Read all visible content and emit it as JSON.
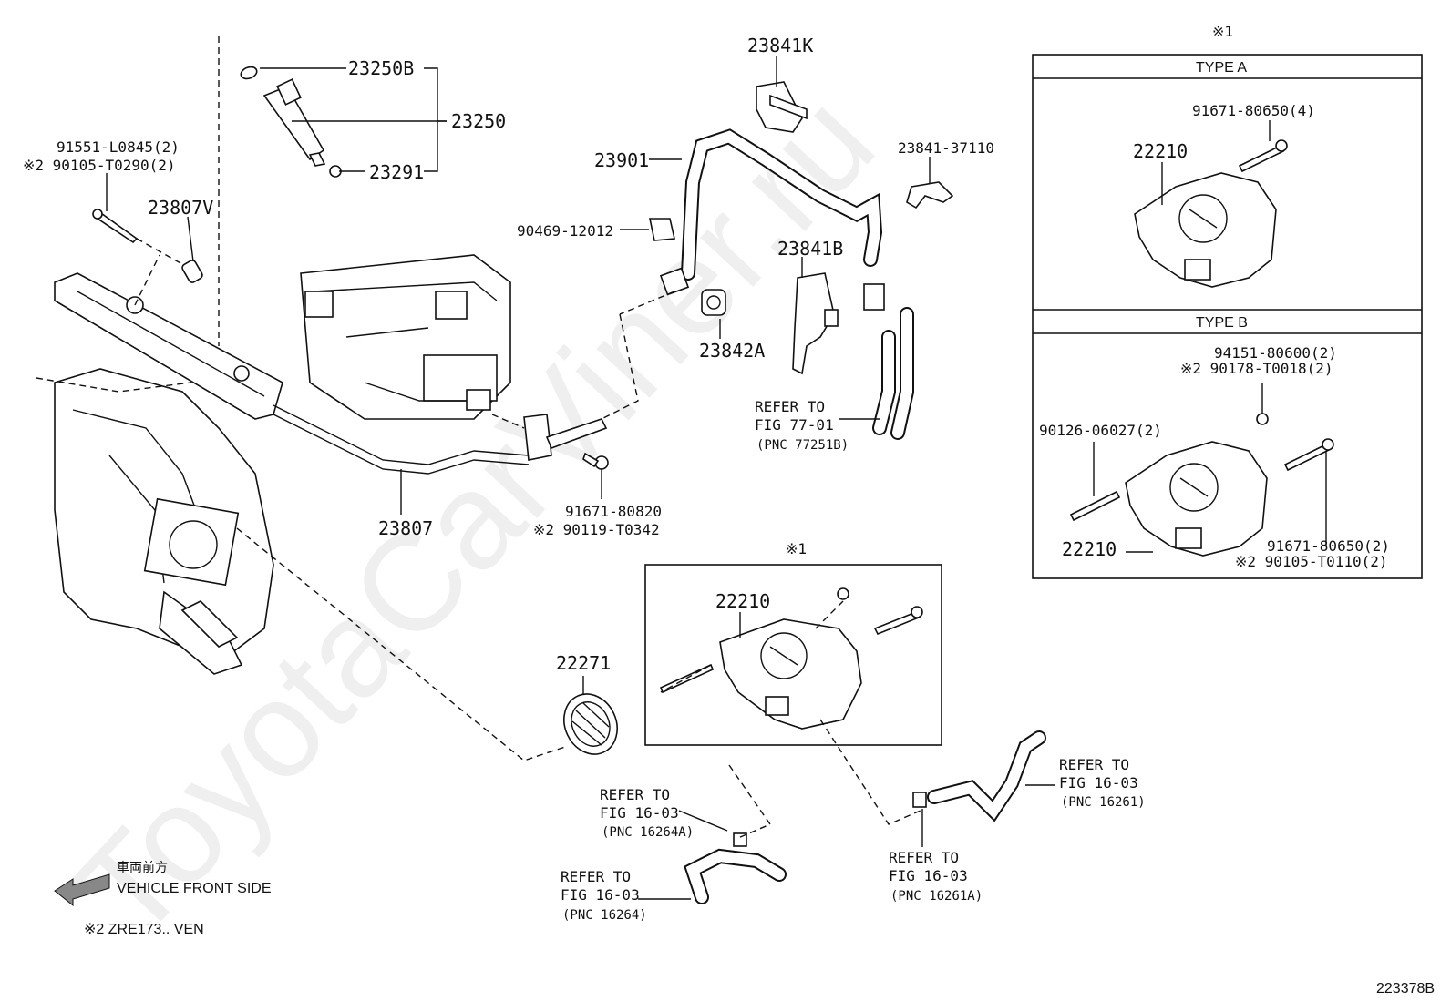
{
  "watermark": "ToyotaCarViner.ru",
  "diagram_id": "223378B",
  "parts": {
    "p23250B": "23250B",
    "p23250": "23250",
    "p23291": "23291",
    "p23841K": "23841K",
    "p23901": "23901",
    "p23841_37110": "23841-37110",
    "p90469_12012": "90469-12012",
    "p23841B": "23841B",
    "p23842A": "23842A",
    "p91551_L0845": "91551-L0845(2)",
    "p90105_T0290": "※2 90105-T0290(2)",
    "p23807V": "23807V",
    "p23807": "23807",
    "p91671_80820": "91671-80820",
    "p90119_T0342": "※2 90119-T0342",
    "p22271": "22271",
    "p22210_center": "22210",
    "p22210_typeA": "22210",
    "p22210_typeB": "22210",
    "p91671_80650_4": "91671-80650(4)",
    "p94151_80600": "94151-80600(2)",
    "p90178_T0018": "※2 90178-T0018(2)",
    "p90126_06027": "90126-06027(2)",
    "p91671_80650_2": "91671-80650(2)",
    "p90105_T0110": "※2 90105-T0110(2)"
  },
  "refs": {
    "r77": {
      "l1": "REFER TO",
      "l2": "FIG 77-01",
      "l3": "(PNC 77251B)"
    },
    "r16264A": {
      "l1": "REFER TO",
      "l2": "FIG 16-03",
      "l3": "(PNC 16264A)"
    },
    "r16264": {
      "l1": "REFER TO",
      "l2": "FIG 16-03",
      "l3": "(PNC 16264)"
    },
    "r16261": {
      "l1": "REFER TO",
      "l2": "FIG 16-03",
      "l3": "(PNC 16261)"
    },
    "r16261A": {
      "l1": "REFER TO",
      "l2": "FIG 16-03",
      "l3": "(PNC 16261A)"
    }
  },
  "boxes": {
    "mark1_top": "※1",
    "mark1_center": "※1",
    "type_a": "TYPE A",
    "type_b": "TYPE B"
  },
  "legend": {
    "front_jp": "車両前方",
    "front_en": "VEHICLE FRONT SIDE",
    "note": "※2  ZRE173.. VEN"
  }
}
